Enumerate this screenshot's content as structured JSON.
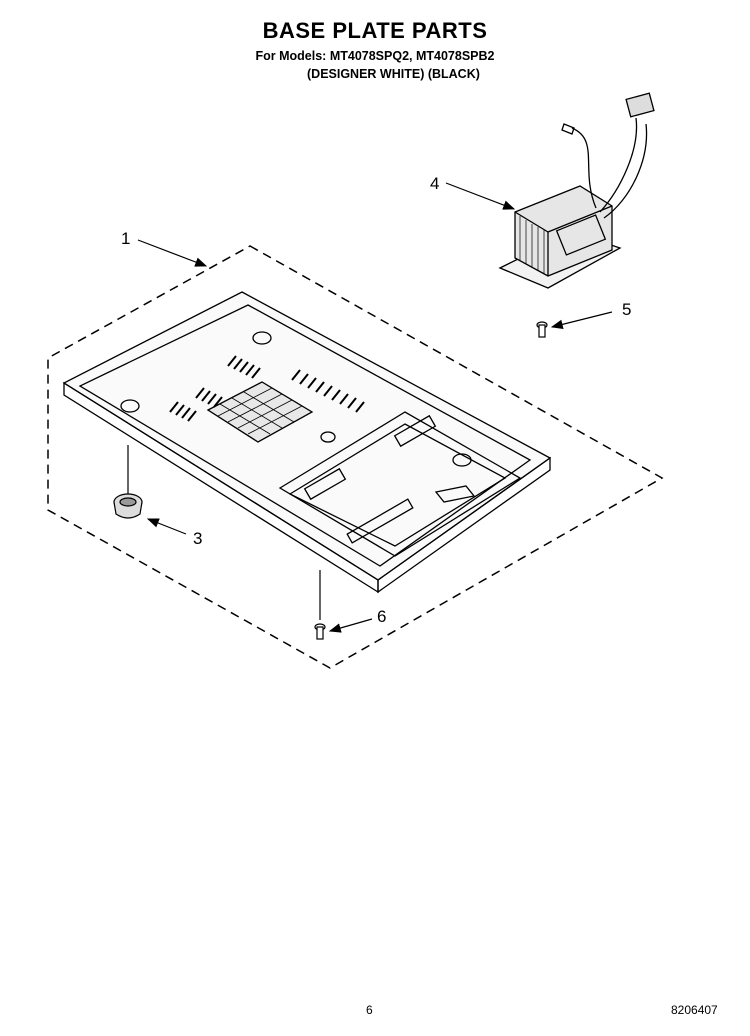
{
  "header": {
    "title": "BASE PLATE PARTS",
    "models_line": "For Models: MT4078SPQ2, MT4078SPB2",
    "variants_line": "(DESIGNER WHITE) (BLACK)"
  },
  "callouts": [
    "1",
    "4",
    "5",
    "3",
    "6"
  ],
  "footer": {
    "page_number": "6",
    "document_number": "8206407"
  }
}
